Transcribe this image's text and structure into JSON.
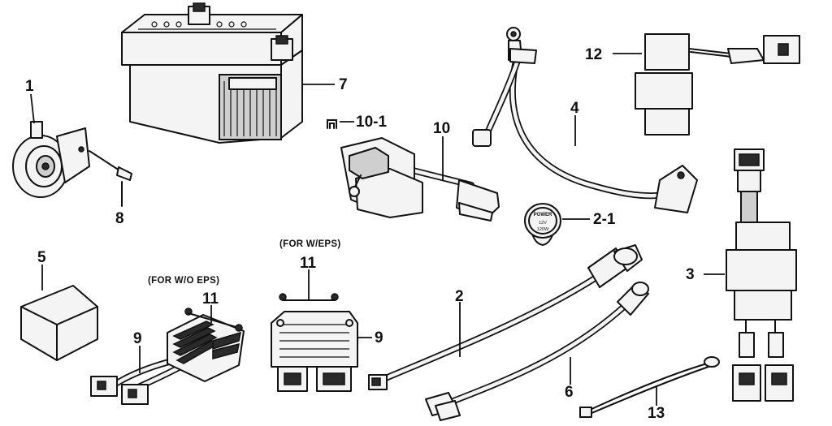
{
  "diagram": {
    "labels": {
      "horn": "1",
      "harness": "2",
      "socket": "2-1",
      "relay": "3",
      "cable_neg": "4",
      "cover": "5",
      "cable_pos": "6",
      "battery": "7",
      "bolt": "8",
      "regulator_a": "9",
      "regulator_b": "9",
      "starter_relay": "10",
      "fuse": "10-1",
      "screws_a": "11",
      "screws_b": "11",
      "unit12": "12",
      "wire13": "13"
    },
    "notes": {
      "without_eps": "(FOR W/O EPS)",
      "with_eps": "(FOR W/EPS)"
    },
    "socket_text": [
      "POWER",
      "12V",
      "120W"
    ]
  }
}
